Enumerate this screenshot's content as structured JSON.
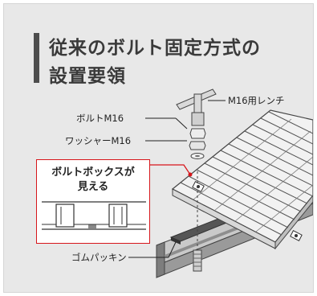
{
  "title": {
    "line1": "従来のボルト固定方式の",
    "line2": "設置要領"
  },
  "labels": {
    "wrench": "M16用レンチ",
    "bolt": "ボルトM16",
    "washer": "ワッシャーM16",
    "rubber_packing": "ゴムパッキン"
  },
  "callout": {
    "line1": "ボルトボックスが",
    "line2": "見える"
  },
  "colors": {
    "background": "#e8e8e8",
    "accent_red": "#d7161b",
    "grating": "#f2f2f2",
    "outline": "#444444"
  }
}
